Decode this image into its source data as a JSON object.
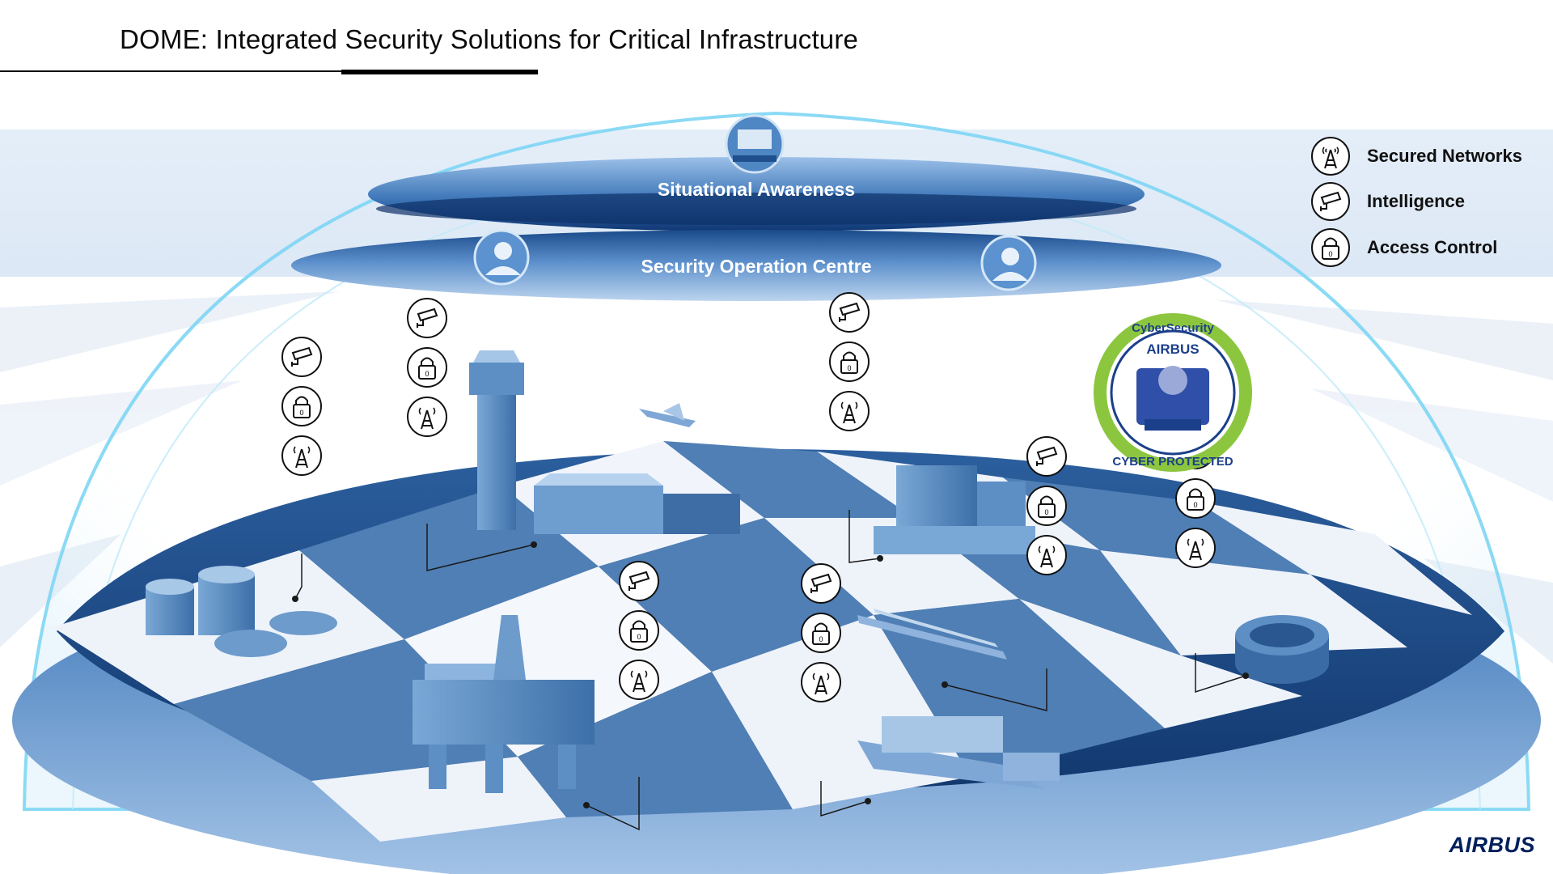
{
  "title": "DOME: Integrated Security Solutions for Critical Infrastructure",
  "dome": {
    "top_label": "Situational Awareness",
    "lower_label": "Security Operation Centre"
  },
  "legend": [
    {
      "icon": "antenna-tower-icon",
      "label": "Secured Networks"
    },
    {
      "icon": "cctv-camera-icon",
      "label": "Intelligence"
    },
    {
      "icon": "padlock-icon",
      "label": "Access Control"
    }
  ],
  "badge": {
    "top_text": "CyberSecurity",
    "brand": "AIRBUS",
    "bottom_text": "CYBER PROTECTED"
  },
  "lock_digit": "0",
  "logo": "AIRBUS",
  "colors": {
    "dome_dark": "#14407f",
    "dome_mid": "#2d68ab",
    "tile_blue": "#4f7fb5",
    "glow": "#6fd3f5",
    "badge_green": "#8cc63f",
    "logo_navy": "#00205b"
  }
}
